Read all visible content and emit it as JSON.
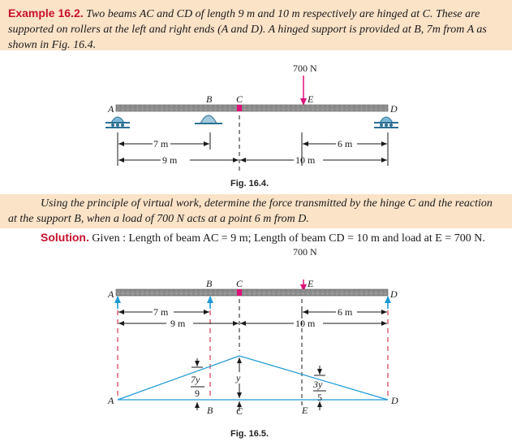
{
  "example": {
    "label": "Example 16.2.",
    "text": "Two beams AC and CD of length 9 m and 10 m respectively are hinged at C. These are supported on rollers at the left and right ends (A and D). A hinged support is provided at B, 7m from A as shown in Fig. 16.4."
  },
  "fig1": {
    "load": "700 N",
    "caption": "Fig. 16.4.",
    "points": {
      "A": "A",
      "B": "B",
      "C": "C",
      "D": "D",
      "E": "E"
    },
    "dims": {
      "ab": "7 m",
      "ac": "9 m",
      "ed": "6 m",
      "cd": "10 m"
    }
  },
  "question": {
    "text": "Using the principle of virtual work, determine the force transmitted by the hinge C and the reaction at the support B, when a load of 700 N acts at a point 6 m from D."
  },
  "solution": {
    "label": "Solution.",
    "text": "Given : Length of beam AC = 9 m; Length of beam CD = 10 m and load at E = 700 N."
  },
  "fig2": {
    "load": "700 N",
    "caption": "Fig. 16.5.",
    "points": {
      "A": "A",
      "B": "B",
      "C": "C",
      "D": "D",
      "E": "E"
    },
    "dims": {
      "ab": "7 m",
      "ac": "9 m",
      "ed": "6 m",
      "cd": "10 m"
    },
    "deflections": {
      "b_num": "7y",
      "b_den": "9",
      "c": "y",
      "e_num": "3y",
      "e_den": "5"
    }
  },
  "colors": {
    "highlight": "#fbe3c8",
    "label_red": "#c8102e",
    "load_magenta": "#e0107a",
    "support_blue": "#1e9ad6",
    "hinge_magenta": "#e0107a"
  }
}
